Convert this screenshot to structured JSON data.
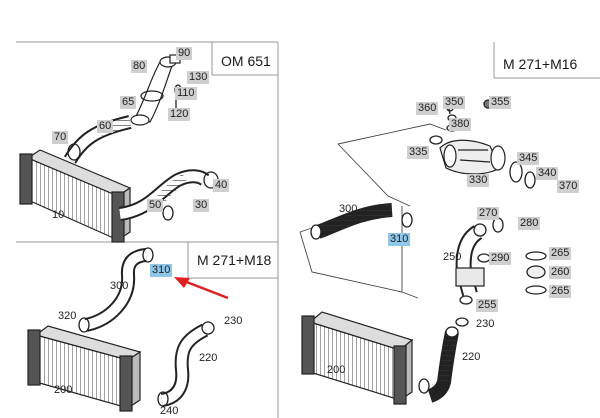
{
  "panels": {
    "om651": {
      "title": "OM 651"
    },
    "m271_m16": {
      "title": "M 271+M16"
    },
    "m271_m18": {
      "title": "M 271+M18"
    }
  },
  "callouts": {
    "c90": "90",
    "c80": "80",
    "c130": "130",
    "c110": "110",
    "c65": "65",
    "c120": "120",
    "c70": "70",
    "c60": "60",
    "c40": "40",
    "c50": "50",
    "c30": "30",
    "c10": "10",
    "c300a": "300",
    "c310a": "310",
    "c320": "320",
    "c230a": "230",
    "c220a": "220",
    "c200a": "200",
    "c240": "240",
    "c360": "360",
    "c350": "350",
    "c355": "355",
    "c380": "380",
    "c335": "335",
    "c330": "330",
    "c345": "345",
    "c340": "340",
    "c370": "370",
    "c300b": "300",
    "c310b": "310",
    "c270": "270",
    "c280": "280",
    "c250": "250",
    "c290": "290",
    "c265a": "265",
    "c260": "260",
    "c265b": "265",
    "c255": "255",
    "c230b": "230",
    "c220b": "220",
    "c200b": "200"
  },
  "colors": {
    "highlight": "#8fc7ea",
    "arrow": "#e02020",
    "callout_bg": "#cfcfcf"
  }
}
